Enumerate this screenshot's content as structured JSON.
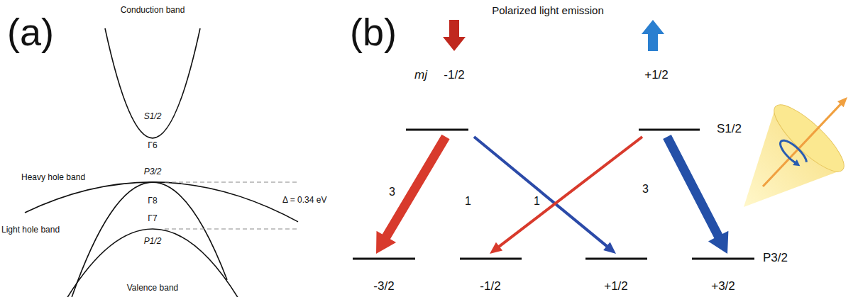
{
  "diagram": {
    "labels": [
      "(a)",
      "Conduction band",
      "S1/2",
      "Γ6",
      "P3/2",
      "Heavy hole band",
      "Γ8",
      "Δ = 0.34 eV",
      "Light hole band",
      "Γ7",
      "P1/2",
      "Valence band",
      "(b)",
      "Polarized light emission",
      "mj",
      "-1/2",
      "+1/2",
      "S1/2",
      "3",
      "1",
      "1",
      "3",
      "P3/2",
      "-3/2",
      "-1/2",
      "+1/2",
      "+3/2"
    ]
  }
}
